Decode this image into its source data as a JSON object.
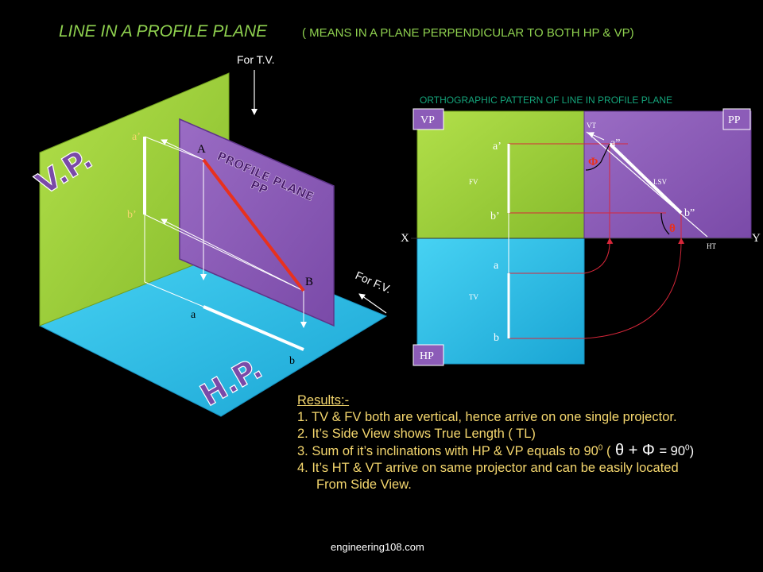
{
  "title": {
    "main": "LINE IN A PROFILE PLANE",
    "sub": "( MEANS IN A PLANE PERPENDICULAR TO BOTH HP & VP)"
  },
  "pictorial": {
    "for_tv": "For T.V.",
    "for_fv": "For F.V.",
    "vp_label": "V.P.",
    "hp_label": "H.P.",
    "pp_label_1": "PROFILE PLANE",
    "pp_label_2": "PP",
    "point_A": "A",
    "point_B": "B",
    "a_dash": "a’",
    "b_dash": "b’",
    "a": "a",
    "b": "b"
  },
  "ortho": {
    "heading": "ORTHOGRAPHIC PATTERN OF LINE IN PROFILE PLANE",
    "vp": "VP",
    "pp": "PP",
    "hp": "HP",
    "x": "X",
    "y": "Y",
    "a_dash": "a’",
    "b_dash": "b’",
    "a_ddash": "a”",
    "b_ddash": "b”",
    "a": "a",
    "b": "b",
    "fv": "FV",
    "tv": "TV",
    "lsv": "LSV",
    "vt": "VT",
    "ht": "HT",
    "phi": "Φ",
    "theta": "θ"
  },
  "results": {
    "heading": "Results:-",
    "line1": "1. TV & FV both are vertical, hence arrive on one single projector.",
    "line2": "2. It’s Side View shows True Length ( TL)",
    "line3_pre": "3. Sum of it’s inclinations with HP & VP equals to 90",
    "line3_sup": "0",
    "line3_paren": " (",
    "line3_formula": " θ + Φ ",
    "line3_eq": "= 90",
    "line3_sup2": "0",
    "line3_close": ")",
    "line4a": "4. It’s HT & VT arrive on same projector and can be easily located",
    "line4b": "From Side View."
  },
  "footer": "engineering108.com",
  "colors": {
    "vp_green": "#9acd32",
    "hp_cyan": "#2ec4ee",
    "pp_purple": "#8c5cb8",
    "title_green": "#8fd14f",
    "results_yellow": "#f5d76e",
    "line_red": "#e8311e"
  }
}
